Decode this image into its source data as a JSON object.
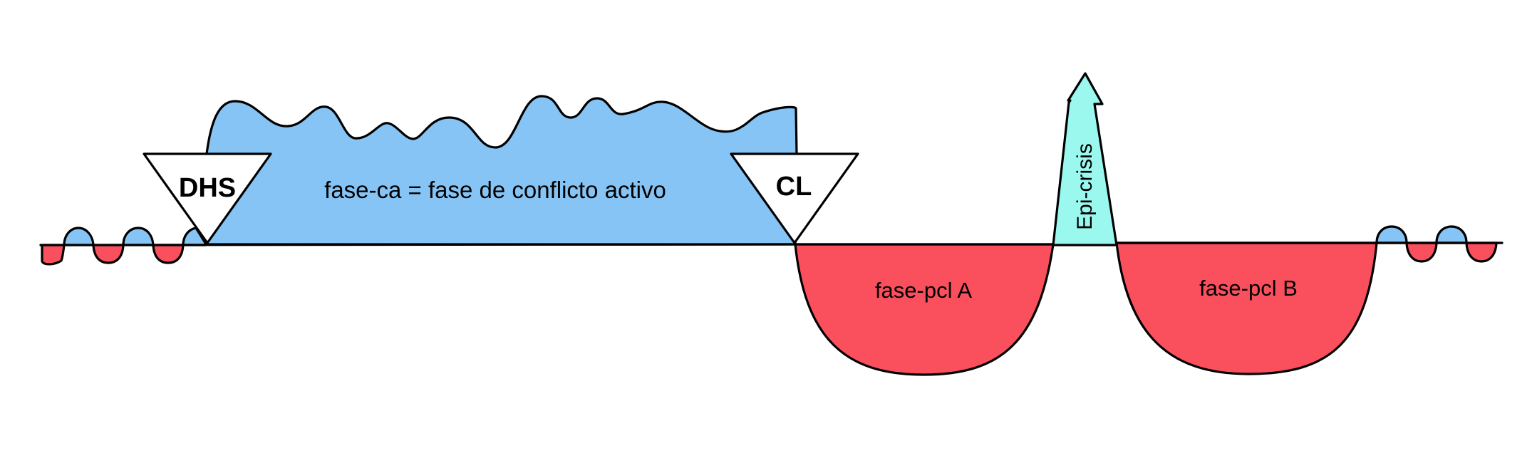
{
  "colors": {
    "conflict_active": "#85C4F5",
    "healing": "#FA505E",
    "epicrisis": "#9AF8EF",
    "outline": "#000000",
    "triangle_fill": "#FFFFFF"
  },
  "labels": {
    "dhs": "DHS",
    "conflict_phase": "fase-ca = fase de conflicto activo",
    "cl": "CL",
    "healing_a": "fase-pcl A",
    "epicrisis": "Epi-crisis",
    "healing_b": "fase-pcl B"
  }
}
